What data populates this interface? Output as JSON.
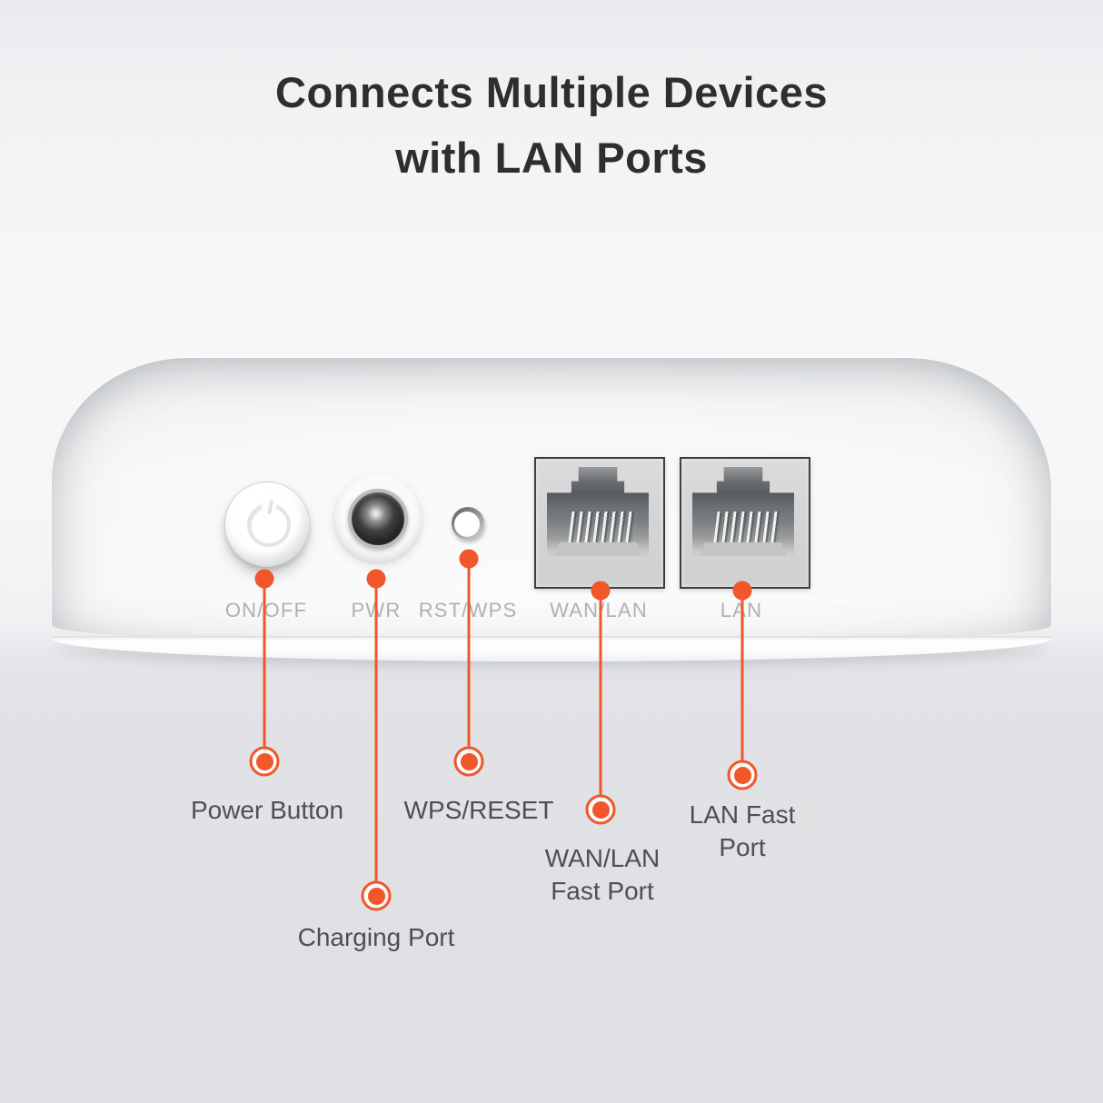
{
  "title": {
    "line1": "Connects Multiple Devices",
    "line2": "with LAN Ports"
  },
  "device": {
    "port_labels": [
      {
        "id": "on-off",
        "label": "ON/OFF"
      },
      {
        "id": "pwr",
        "label": "PWR"
      },
      {
        "id": "rst-wps",
        "label": "RST/WPS"
      },
      {
        "id": "wan-lan",
        "label": "WAN/LAN"
      },
      {
        "id": "lan",
        "label": "LAN"
      }
    ],
    "components": [
      {
        "id": "power-button-icon",
        "icon": "power-symbol"
      },
      {
        "id": "dc-charging-jack"
      },
      {
        "id": "reset-wps-button"
      },
      {
        "id": "ethernet-port-wan-lan"
      },
      {
        "id": "ethernet-port-lan"
      }
    ]
  },
  "callouts": [
    {
      "id": "power-button",
      "label": "Power Button"
    },
    {
      "id": "charging-port",
      "label": "Charging Port"
    },
    {
      "id": "wps-reset",
      "label": "WPS/RESET"
    },
    {
      "id": "wan-lan-fast-port",
      "label": "WAN/LAN\nFast Port"
    },
    {
      "id": "lan-fast-port",
      "label": "LAN Fast\nPort"
    }
  ],
  "colors": {
    "accent_orange": "#F1572A",
    "title_text": "#2E2E30",
    "callout_text": "#4D4F54",
    "port_label_text": "#AEB0B3"
  }
}
